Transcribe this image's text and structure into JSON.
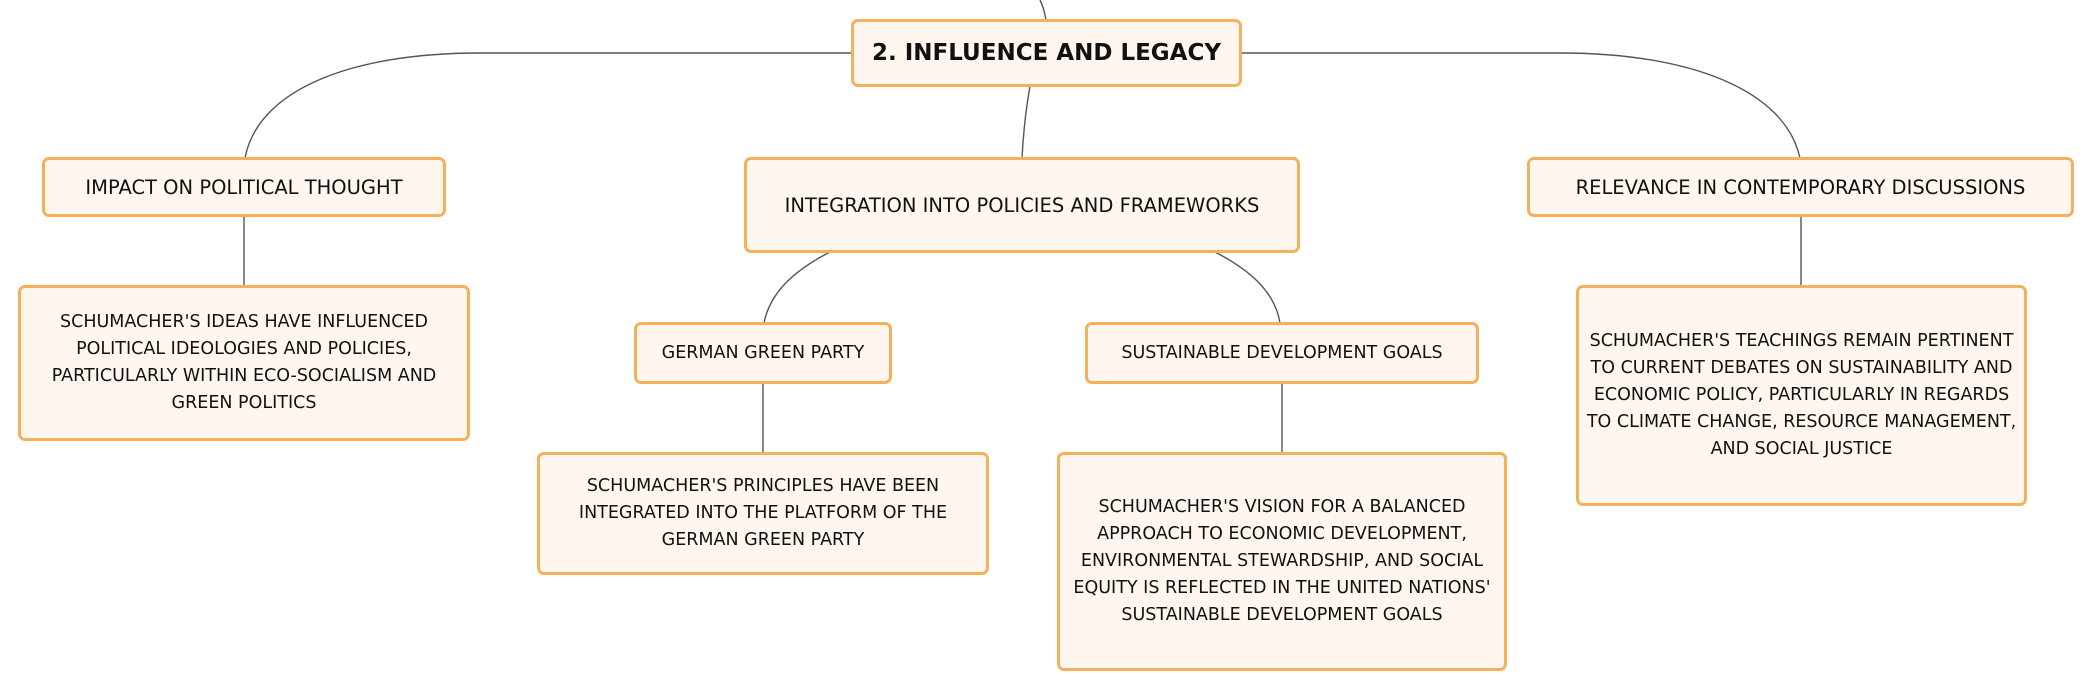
{
  "root": {
    "label": "2. INFLUENCE AND LEGACY"
  },
  "branches": {
    "political_thought": {
      "label": "IMPACT ON POLITICAL THOUGHT",
      "detail": "SCHUMACHER'S IDEAS HAVE INFLUENCED POLITICAL IDEOLOGIES AND POLICIES, PARTICULARLY WITHIN ECO-SOCIALISM AND GREEN POLITICS"
    },
    "policies": {
      "label": "INTEGRATION INTO POLICIES AND FRAMEWORKS",
      "children": {
        "green_party": {
          "label": "GERMAN GREEN PARTY",
          "detail": "SCHUMACHER'S PRINCIPLES HAVE BEEN INTEGRATED INTO THE PLATFORM OF THE GERMAN GREEN PARTY"
        },
        "sdg": {
          "label": "SUSTAINABLE DEVELOPMENT GOALS",
          "detail": "SCHUMACHER'S VISION FOR A BALANCED APPROACH TO ECONOMIC DEVELOPMENT, ENVIRONMENTAL STEWARDSHIP, AND SOCIAL EQUITY IS REFLECTED IN THE UNITED NATIONS' SUSTAINABLE DEVELOPMENT GOALS"
        }
      }
    },
    "contemporary": {
      "label": "RELEVANCE IN CONTEMPORARY DISCUSSIONS",
      "detail": "SCHUMACHER'S TEACHINGS REMAIN PERTINENT TO CURRENT DEBATES ON SUSTAINABILITY AND ECONOMIC POLICY, PARTICULARLY IN REGARDS TO CLIMATE CHANGE, RESOURCE MANAGEMENT, AND SOCIAL JUSTICE"
    }
  }
}
